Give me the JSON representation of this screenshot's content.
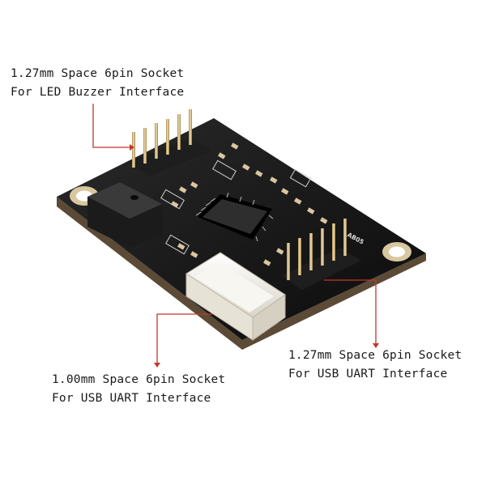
{
  "callouts": {
    "led_buzzer": {
      "line1": "1.27mm Space 6pin Socket",
      "line2": "For LED Buzzer Interface"
    },
    "usb_uart_127": {
      "line1": "1.27mm Space 6pin Socket",
      "line2": "For USB UART Interface"
    },
    "usb_uart_100": {
      "line1": "1.00mm Space 6pin Socket",
      "line2": "For USB UART Interface"
    }
  },
  "board": {
    "silkscreen_label": "AB05",
    "pcb_color": "#121212",
    "pad_color": "#d9c6a0",
    "arrow_color": "#c0392b",
    "connector_color": "#f2efe8"
  }
}
